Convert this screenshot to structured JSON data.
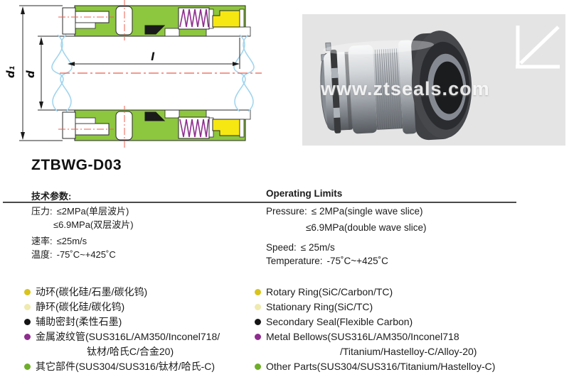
{
  "page": {
    "title": "ZTBWG-D03",
    "watermark": "www.ztseals.com"
  },
  "colors": {
    "c-green": "#8dc63f",
    "c-purple": "#8e2d8e",
    "c-yellow": "#f6e713",
    "c-blue": "#9fd4ee",
    "c-red": "#ee5f4e",
    "c-panel": "#e4e4e4"
  },
  "drawing": {
    "dim_d1": "d₁",
    "dim_d": "d",
    "dim_l": "l"
  },
  "specs": {
    "cn": {
      "header": "技术参数:",
      "rows": {
        "pressure_label": "压力:",
        "pressure_value": "≤2MPa(单层波片)",
        "pressure_value2": "≤6.9MPa(双层波片)",
        "speed_label": "速率:",
        "speed_value": "≤25m/s",
        "temp_label": "温度:",
        "temp_value": "-75˚C~+425˚C"
      }
    },
    "en": {
      "header": "Operating Limits",
      "rows": {
        "pressure_label": "Pressure:",
        "pressure_value": "≤ 2MPa(single wave slice)",
        "pressure_value2": "≤6.9MPa(double wave slice)",
        "speed_label": "Speed:",
        "speed_value": "≤ 25m/s",
        "temp_label": "Temperature:",
        "temp_value": "-75˚C~+425˚C"
      }
    }
  },
  "parts": {
    "cn": [
      {
        "color": "#d8c41c",
        "line1": "动环(碳化硅/石墨/碳化钨)",
        "line2": ""
      },
      {
        "color": "#efeaae",
        "line1": "静环(碳化硅/碳化钨)",
        "line2": ""
      },
      {
        "color": "#151515",
        "line1": "辅助密封(柔性石墨)",
        "line2": ""
      },
      {
        "color": "#8e2d8e",
        "line1": "金属波纹管(SUS316L/AM350/Inconel718/",
        "line2": "钛材/哈氏C/合金20)"
      },
      {
        "color": "#6fae2a",
        "line1": "其它部件(SUS304/SUS316/钛材/哈氏-C)",
        "line2": ""
      }
    ],
    "en": [
      {
        "color": "#d8c41c",
        "line1": "Rotary Ring(SiC/Carbon/TC)",
        "line2": ""
      },
      {
        "color": "#efeaae",
        "line1": "Stationary Ring(SiC/TC)",
        "line2": ""
      },
      {
        "color": "#151515",
        "line1": "Secondary Seal(Flexible Carbon)",
        "line2": ""
      },
      {
        "color": "#8e2d8e",
        "line1": "Metal Bellows(SUS316L/AM350/Inconel718",
        "line2": "/Titanium/Hastelloy-C/Alloy-20)"
      },
      {
        "color": "#6fae2a",
        "line1": "Other Parts(SUS304/SUS316/Titanium/Hastelloy-C)",
        "line2": ""
      }
    ]
  }
}
